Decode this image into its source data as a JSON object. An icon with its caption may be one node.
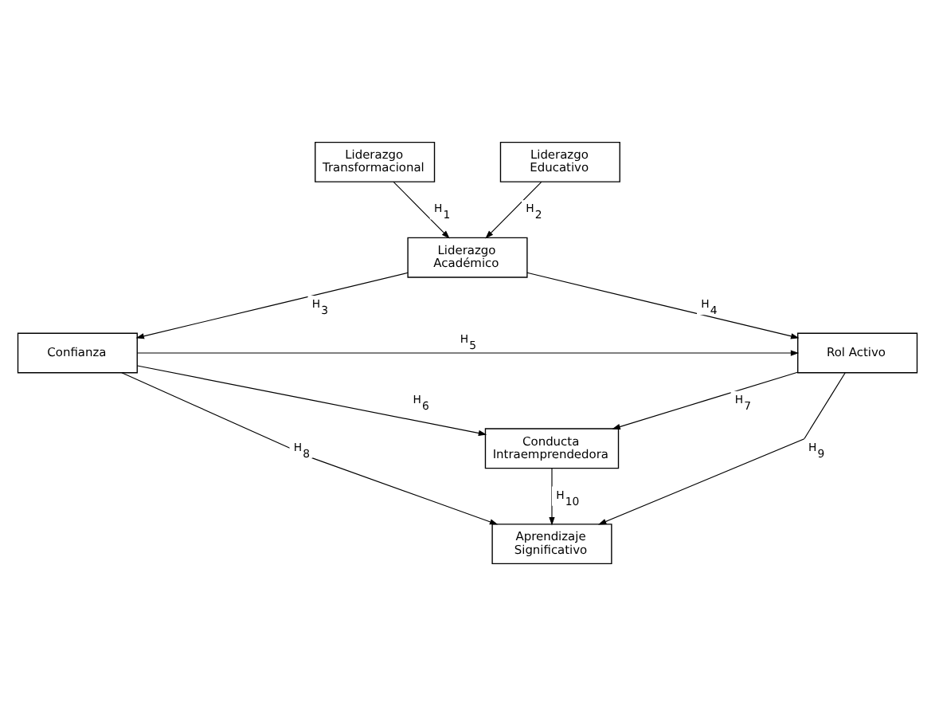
{
  "diagram": {
    "nodes": [
      {
        "text": [
          "Liderazgo Transformacional"
        ]
      },
      {
        "text": [
          "Liderazgo Educativo"
        ]
      },
      {
        "text": [
          "Liderazgo Académico"
        ]
      },
      {
        "text": [
          "Confianza"
        ]
      },
      {
        "text": [
          "Rol Activo"
        ]
      },
      {
        "text": [
          "Conducta Intraemprendedora"
        ]
      },
      {
        "text": [
          "Aprendizaje Significativo"
        ]
      }
    ],
    "edges": [
      {
        "from": 0,
        "to": 2,
        "arrow": "to",
        "label": "H$_{1}$"
      },
      {
        "from": 1,
        "to": 2,
        "arrow": "to",
        "label": "H$_{2}$"
      },
      {
        "from": 2,
        "to": 3,
        "arrow": "to",
        "label": "H$_{3}$"
      },
      {
        "from": 2,
        "to": 4,
        "arrow": "to",
        "label": "H$_{4}$"
      },
      {
        "from": 3,
        "to": 4,
        "arrow": "to",
        "label": "H$_{5}$"
      },
      {
        "from": 3,
        "to": 5,
        "arrow": "to",
        "label": "H$_{6}$"
      },
      {
        "from": 4,
        "to": 5,
        "arrow": "to",
        "label": "H$_{7}$"
      },
      {
        "from": 3,
        "to": 6,
        "arrow": "to",
        "label": "H$_{8}$"
      },
      {
        "from": 4,
        "to": 6,
        "arrow": "to",
        "label": "H$_{9}$"
      },
      {
        "from": 5,
        "to": 6,
        "arrow": "to",
        "label": "H$_{10}$"
      }
    ]
  }
}
